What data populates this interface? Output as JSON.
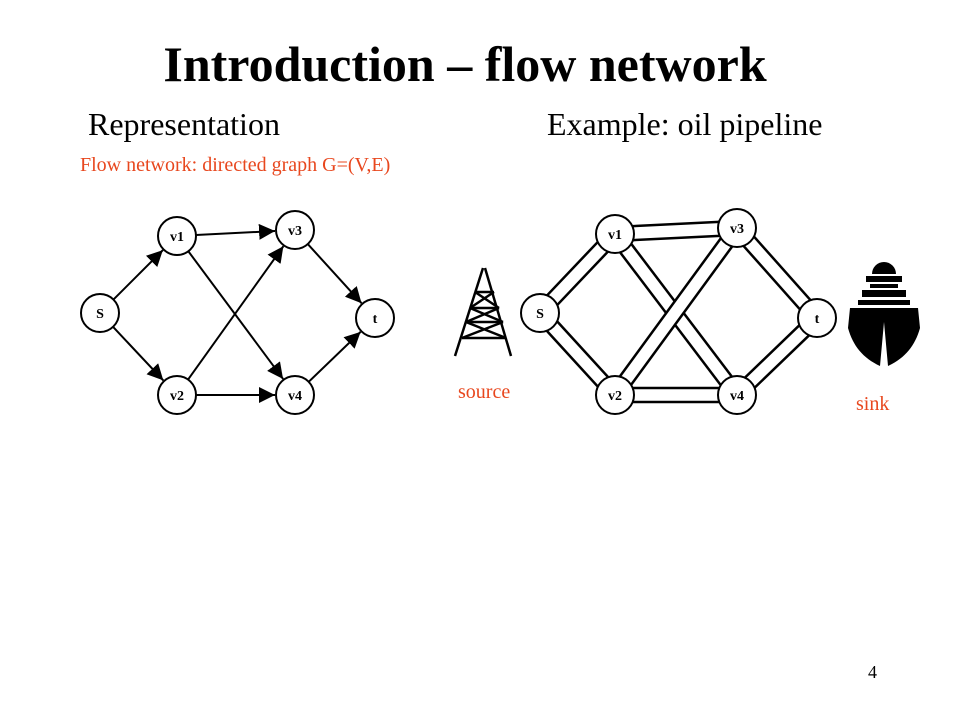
{
  "title": "Introduction – flow network",
  "left_heading": "Representation",
  "right_heading": "Example: oil pipeline",
  "definition": "Flow network: directed graph G=(V,E)",
  "accent_color": "#e8471e",
  "graph": {
    "nodes": [
      "S",
      "v1",
      "v2",
      "v3",
      "v4",
      "t"
    ],
    "edges": [
      [
        "S",
        "v1"
      ],
      [
        "S",
        "v2"
      ],
      [
        "v1",
        "v3"
      ],
      [
        "v1",
        "v4"
      ],
      [
        "v2",
        "v3"
      ],
      [
        "v2",
        "v4"
      ],
      [
        "v3",
        "t"
      ],
      [
        "v4",
        "t"
      ]
    ]
  },
  "pipeline": {
    "nodes": [
      "S",
      "v1",
      "v2",
      "v3",
      "v4",
      "t"
    ],
    "source_label": "source",
    "sink_label": "sink",
    "source_icon": "oil-derrick-icon",
    "sink_icon": "ship-icon"
  },
  "page_number": "4"
}
